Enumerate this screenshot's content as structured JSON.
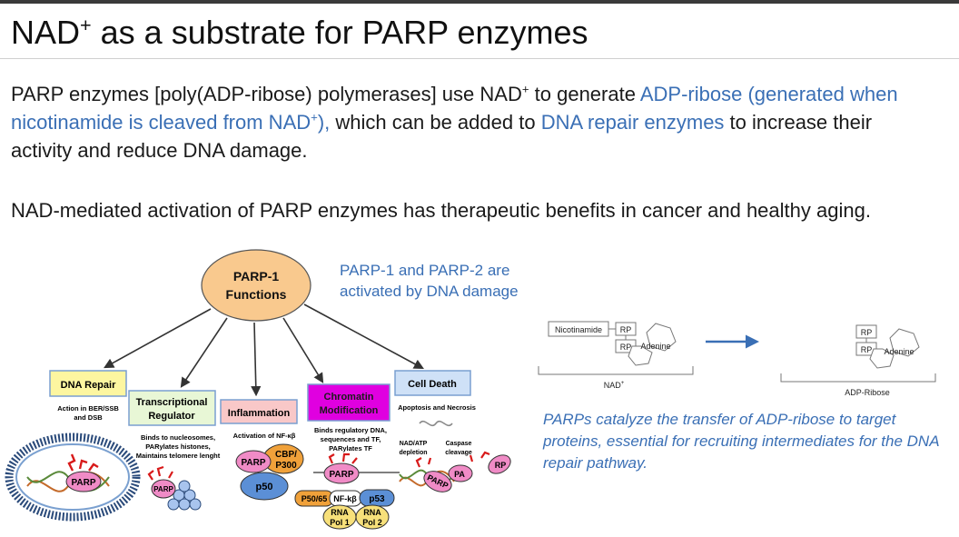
{
  "slide": {
    "title_pre": "NAD",
    "title_sup": "+",
    "title_post": " as a substrate for PARP enzymes",
    "para1": {
      "a": "PARP enzymes [poly(ADP-ribose) polymerases] use NAD",
      "a_sup": "+",
      "b": " to generate ",
      "hl1": "ADP-ribose (generated when nicotinamide is cleaved from NAD",
      "hl1_sup": "+",
      "hl1_end": "),",
      "c": "  which can be added to ",
      "hl2": "DNA repair enzymes",
      "d": " to increase their activity and reduce DNA damage."
    },
    "para2": "NAD-mediated activation of PARP enzymes has therapeutic benefits in cancer and healthy aging.",
    "note": "PARP-1 and PARP-2 are activated by DNA damage",
    "caption": "PARPs catalyze the transfer of ADP-ribose to target proteins, essential for recruiting intermediates for the DNA repair pathway."
  },
  "diagram": {
    "center_line1": "PARP-1",
    "center_line2": "Functions",
    "dna_repair": {
      "title": "DNA Repair",
      "desc1": "Action in BER/SSB",
      "desc2": "and DSB",
      "parp": "PARP"
    },
    "transcriptional": {
      "title1": "Transcriptional",
      "title2": "Regulator",
      "desc1": "Binds to nucleosomes,",
      "desc2": "PARylates histones,",
      "desc3": "Maintains telomere lenght",
      "parp": "PARP"
    },
    "inflammation": {
      "title": "Inflammation",
      "desc": "Activation of NF-κβ",
      "parp": "PARP",
      "cbp1": "CBP/",
      "cbp2": "P300",
      "p50": "p50"
    },
    "chromatin": {
      "title1": "Chromatin",
      "title2": "Modification",
      "desc1": "Binds regulatory DNA,",
      "desc2": "sequences and TF,",
      "desc3": "PARylates TF",
      "parp": "PARP",
      "p5065": "P50/65",
      "nfkb": "NF-kβ",
      "p53": "p53",
      "rnapol1a": "RNA",
      "rnapol1b": "Pol 1",
      "rnapol2a": "RNA",
      "rnapol2b": "Pol 2"
    },
    "cell_death": {
      "title": "Cell Death",
      "desc": "Apoptosis and Necrosis",
      "nad1": "NAD/ATP",
      "nad2": "depletion",
      "casp1": "Caspase",
      "casp2": "cleavage",
      "parp": "PARP",
      "pa": "PA",
      "rp": "RP"
    }
  },
  "reaction": {
    "nicotinamide": "Nicotinamide",
    "rp": "RP",
    "adenine": "Adenine",
    "nad_label": "NAD",
    "nad_sup": "+",
    "adp_ribose": "ADP-Ribose"
  },
  "colors": {
    "accent_blue": "#3a6fb5",
    "center_fill": "#f9c98e",
    "dna_repair_fill": "#fdf6a0",
    "transcriptional_fill": "#e8f7d6",
    "inflammation_fill": "#f9c8c8",
    "chromatin_fill": "#e000e0",
    "cell_death_fill": "#cfe1f7",
    "protein_blue": "#5b8fd6",
    "protein_orange": "#f0a13a",
    "protein_yellow": "#f7e07a",
    "parp_pink": "#f08bc6",
    "adp_red": "#d81a1a"
  }
}
